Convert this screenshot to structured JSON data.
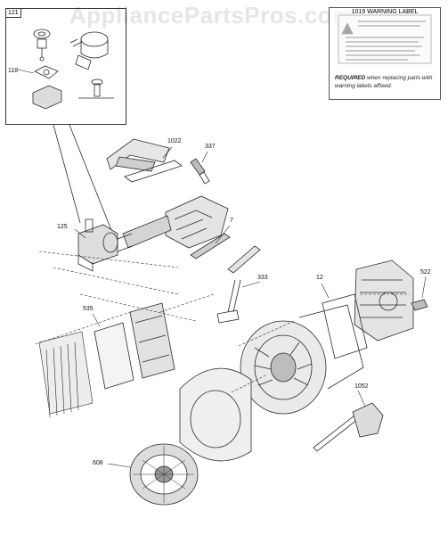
{
  "watermark": "AppliancePartsPros.com",
  "inset": {
    "tag": "121",
    "callouts": [
      "118"
    ]
  },
  "warning_label": {
    "title": "1019 WARNING LABEL",
    "note_bold": "REQUIRED",
    "note_rest": " when replacing parts with warning labels affixed."
  },
  "callouts": {
    "p1022": "1022",
    "p337": "337",
    "p125": "125",
    "p7": "7",
    "p333": "333",
    "p12": "12",
    "p522": "522",
    "p535": "535",
    "p1052": "1052",
    "p608": "608"
  },
  "colors": {
    "line": "#2a2a2a",
    "shade": "#bdbdbd",
    "watermark": "#e6e6e6"
  }
}
